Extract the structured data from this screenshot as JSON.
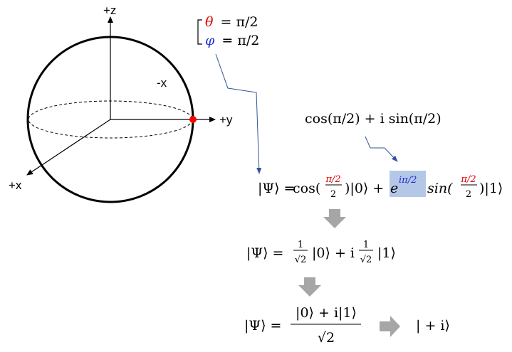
{
  "sphere": {
    "axis_labels": {
      "z": "+z",
      "y": "+y",
      "x": "+x",
      "neg_x": "-x"
    },
    "point_color": "#ff0000"
  },
  "angles": {
    "theta_symbol": "θ",
    "theta_value": "= π/2",
    "theta_color": "#e00000",
    "phi_symbol": "φ",
    "phi_value": "= π/2",
    "phi_color": "#1f2fd0"
  },
  "euler": "cos(π/2) + i sin(π/2)",
  "eq1": {
    "lhs": "|Ψ⟩ = ",
    "cos": "cos(",
    "num": "π/2",
    "den": "2",
    "ket0": ")|0⟩ + ",
    "e": "e",
    "exp": "iπ/2",
    "sin": "sin(",
    "num2": "π/2",
    "den2": "2",
    "ket1": ")|1⟩",
    "highlight_color": "#b4c7e7"
  },
  "eq2": {
    "lhs": "|Ψ⟩ = ",
    "one": "1",
    "sqrt2": "√2",
    "ket0": "|0⟩ + i",
    "one2": "1",
    "sqrt2b": "√2",
    "ket1": "|1⟩"
  },
  "eq3": {
    "lhs": "|Ψ⟩ = ",
    "numerator": "|0⟩ + i|1⟩",
    "denominator": "√2",
    "result": "| + i⟩"
  },
  "colors": {
    "arrow_gray": "#a6a6a6",
    "connector": "#2f5597"
  }
}
